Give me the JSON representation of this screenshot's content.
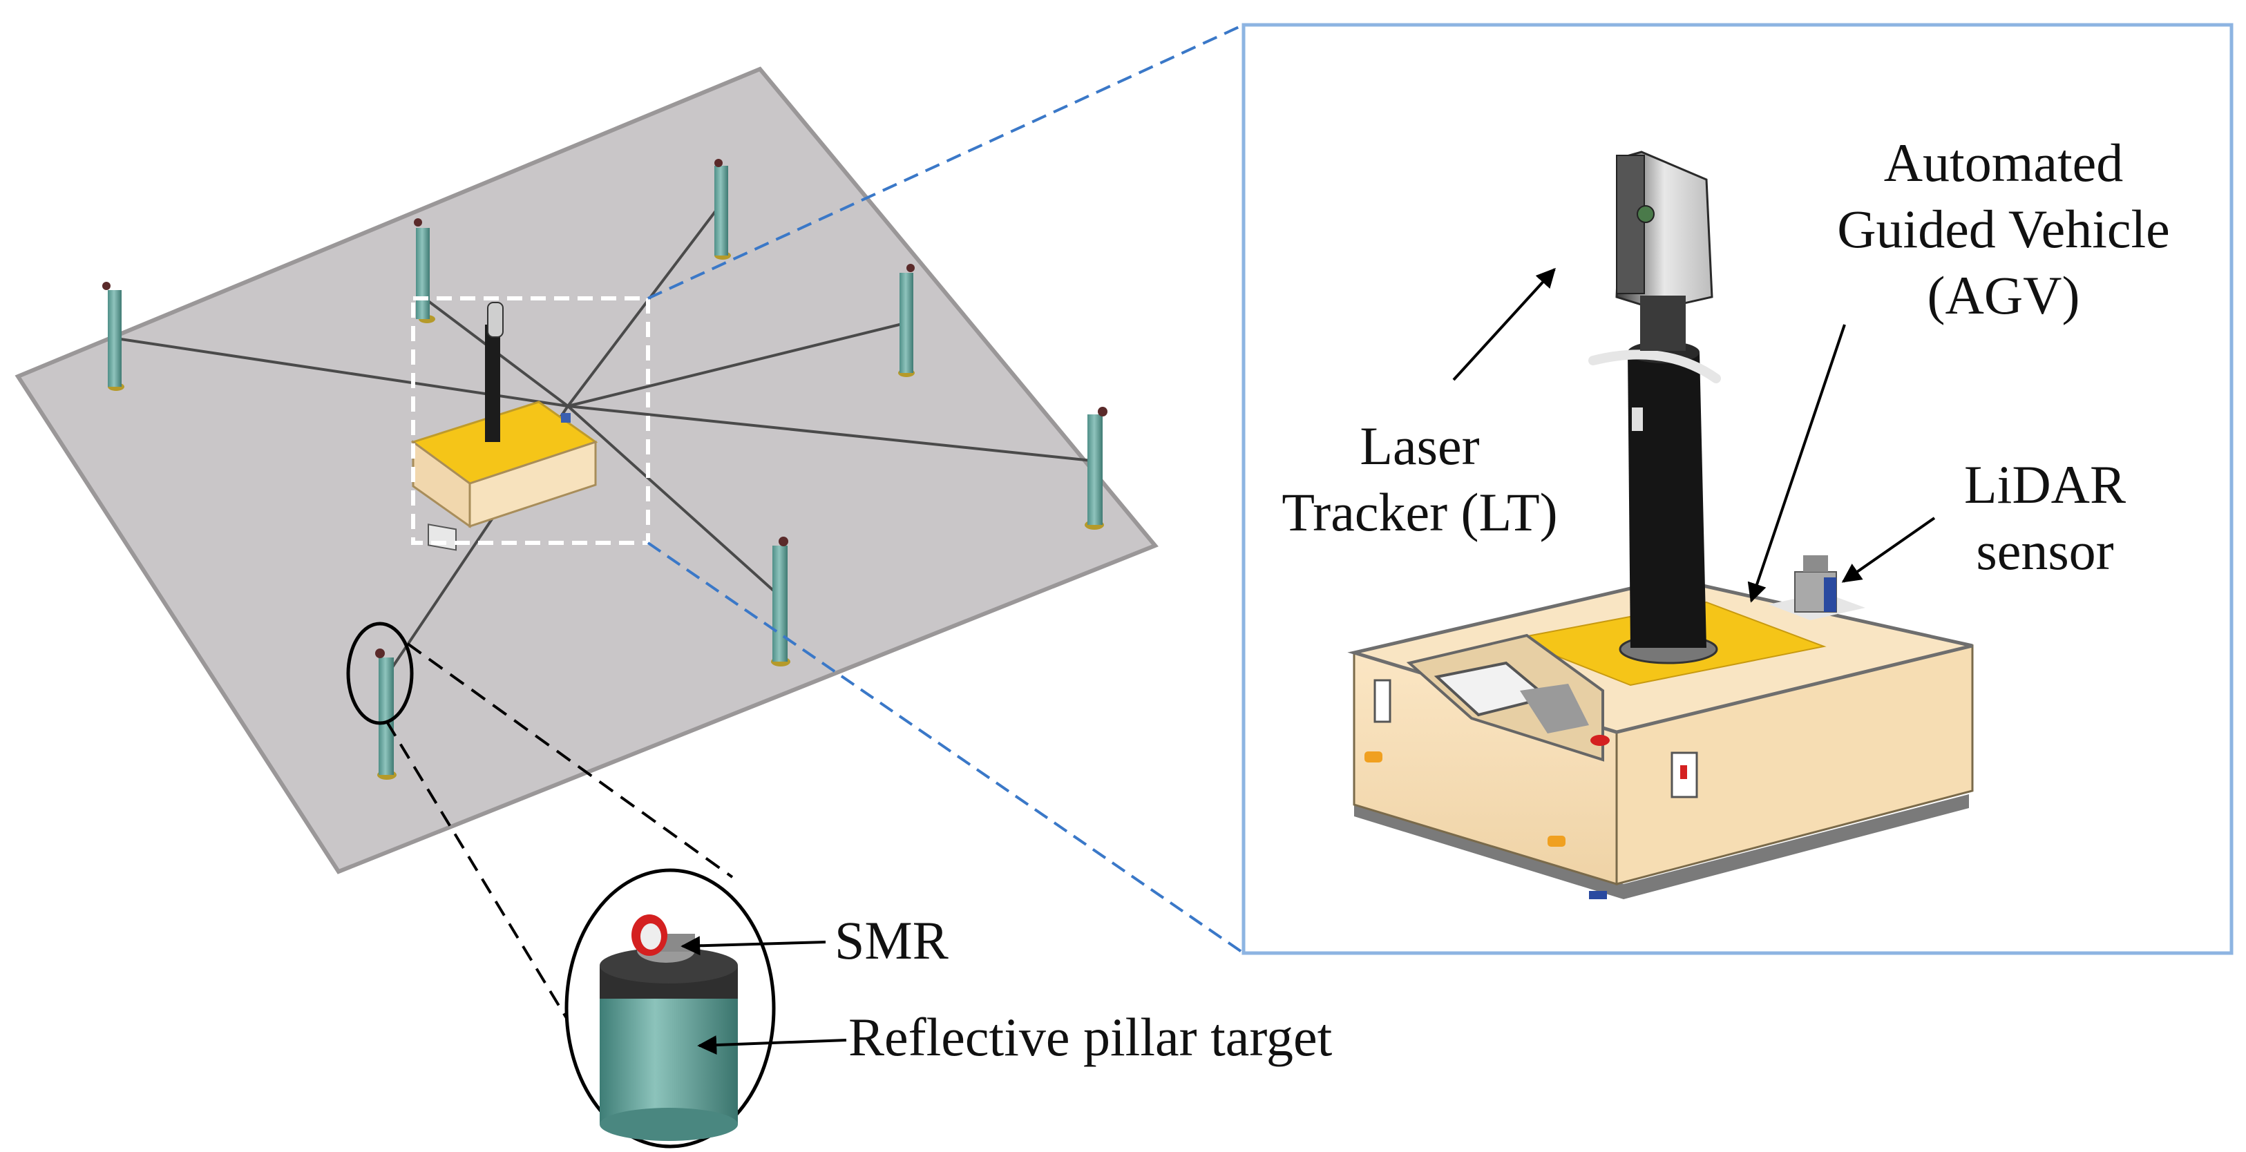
{
  "labels": {
    "agv_line1": "Automated",
    "agv_line2": "Guided Vehicle",
    "agv_line3": "(AGV)",
    "lt_line1": "Laser",
    "lt_line2": "Tracker (LT)",
    "lidar_line1": "LiDAR",
    "lidar_line2": "sensor",
    "smr": "SMR",
    "pillar": "Reflective pillar target"
  },
  "colors": {
    "floor": "#c9c6c8",
    "floor_edge": "#9a9798",
    "pillar": "#7fb3ad",
    "pillar_base": "#b59a2a",
    "agv_body": "#f7e2bd",
    "agv_top": "#f5c518",
    "tracker": "#1c1c1c",
    "zoom_frame": "#8db4e2",
    "zoom_leader": "#3a78c8",
    "smr_ring": "#d42020"
  },
  "icons": [
    "laser-tracker-icon",
    "agv-icon",
    "lidar-sensor-icon",
    "smr-icon",
    "pillar-target-icon"
  ]
}
